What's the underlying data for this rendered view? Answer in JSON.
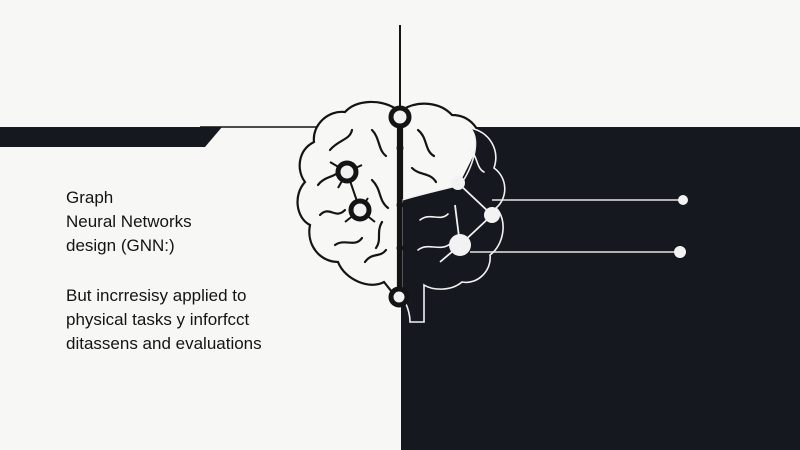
{
  "title": {
    "lines": [
      "Graph",
      "Neural Networks",
      "design (GNN:)"
    ]
  },
  "description": {
    "lines": [
      "But incrresisy applied to",
      "physical tasks y inforfcct",
      "ditassens and evaluations"
    ]
  },
  "colors": {
    "background": "#f7f7f6",
    "dark_panel": "#15181e",
    "ink": "#141414",
    "node_fill": "#f2f2f2"
  },
  "illustration": {
    "subject": "brain-graph-network-icon",
    "connector_lines": 2
  }
}
